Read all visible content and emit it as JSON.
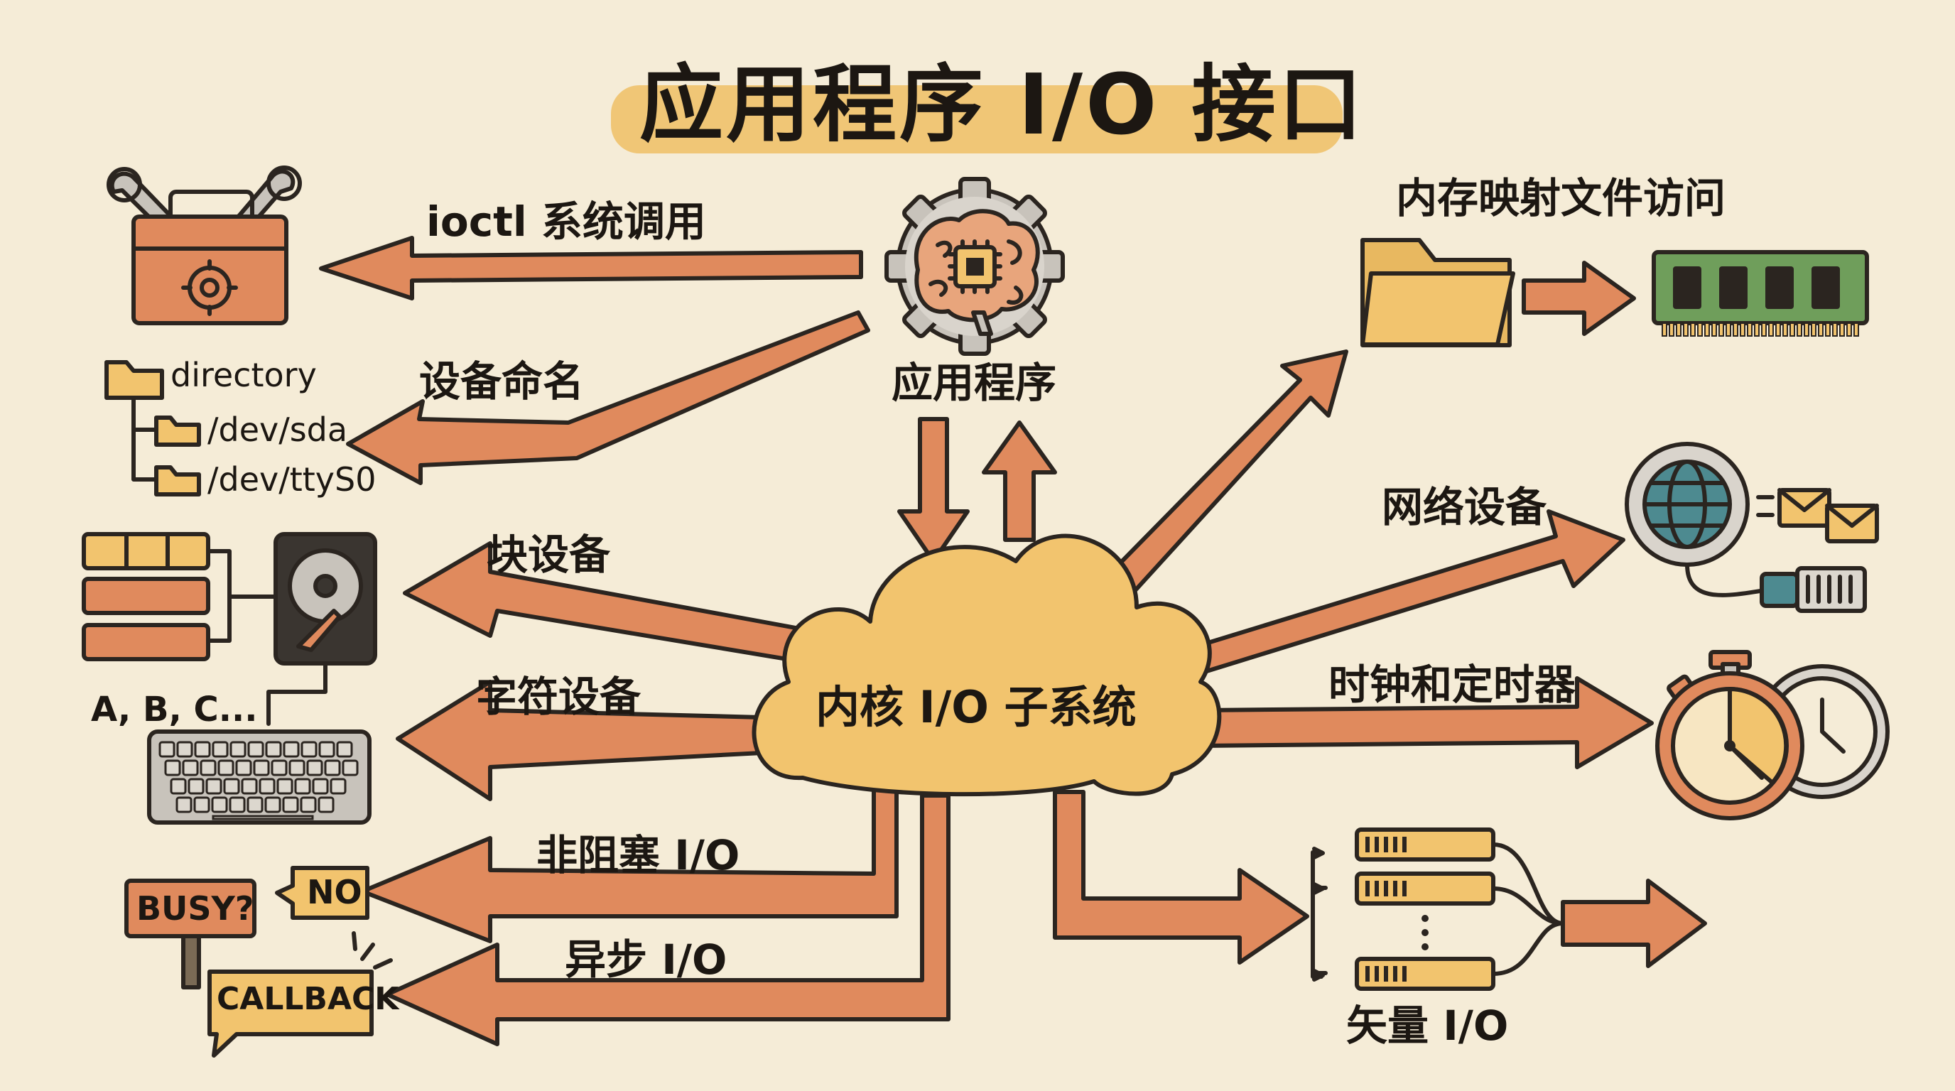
{
  "title": "应用程序 I/O 接口",
  "application": {
    "label": "应用程序"
  },
  "kernel": {
    "label": "内核 I/O 子系统"
  },
  "left": {
    "ioctl": "ioctl 系统调用",
    "naming": "设备命名",
    "block": "块设备",
    "char": "字符设备",
    "nonblocking": "非阻塞 I/O",
    "async": "异步 I/O"
  },
  "directory": {
    "root": "directory",
    "items": [
      "/dev/sda",
      "/dev/ttyS0"
    ]
  },
  "char_example": "A, B, C...",
  "nonblocking_signs": {
    "busy": "BUSY?",
    "no": "NO"
  },
  "async_bubble": "CALLBACK",
  "right": {
    "mmap": "内存映射文件访问",
    "network": "网络设备",
    "clock": "时钟和定时器",
    "vector": "矢量 I/O"
  },
  "colors": {
    "arrow_fill": "#e08a5d",
    "outline": "#2b2520",
    "cloud": "#f2c46e",
    "background": "#f5ecd7",
    "accent_teal": "#4d8a90"
  }
}
